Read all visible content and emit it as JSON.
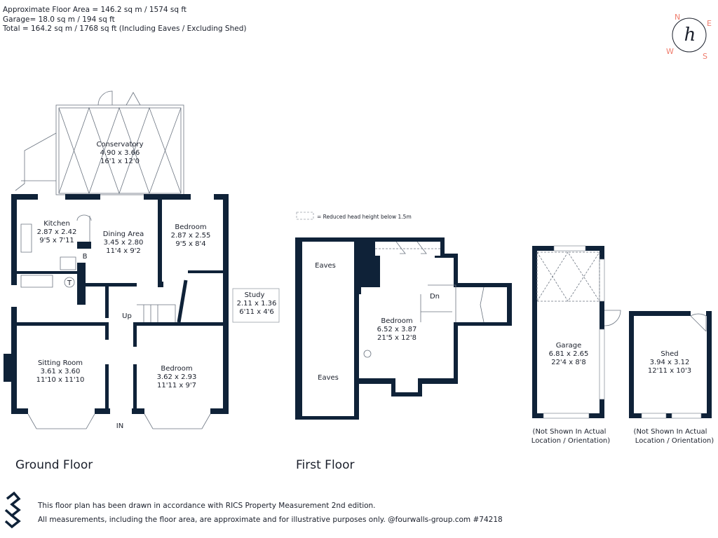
{
  "header": {
    "lines": [
      "Approximate Floor Area = 146.2 sq m / 1574 sq ft",
      "Garage= 18.0 sq m / 194 sq ft",
      "Total = 164.2 sq m / 1768 sq ft (Including Eaves / Excluding Shed)"
    ]
  },
  "compass": {
    "n": "N",
    "e": "E",
    "s": "S",
    "w": "W",
    "logo": "h",
    "color": "#ef7c6c"
  },
  "ground_floor": {
    "title": "Ground Floor",
    "rooms": {
      "conservatory": [
        "Conservatory",
        "4.90 x 3.66",
        "16'1 x 12'0"
      ],
      "kitchen": [
        "Kitchen",
        "2.87 x 2.42",
        "9'5 x 7'11"
      ],
      "dining": [
        "Dining Area",
        "3.45 x 2.80",
        "11'4 x 9'2"
      ],
      "bedroom1": [
        "Bedroom",
        "2.87 x 2.55",
        "9'5 x 8'4"
      ],
      "study": [
        "Study",
        "2.11 x 1.36",
        "6'11 x 4'6"
      ],
      "sitting": [
        "Sitting Room",
        "3.61 x 3.60",
        "11'10 x 11'10"
      ],
      "bedroom2": [
        "Bedroom",
        "3.62 x 2.93",
        "11'11 x 9'7"
      ]
    },
    "marks": {
      "up": "Up",
      "in": "IN",
      "boiler": "B",
      "tank": "T"
    }
  },
  "first_floor": {
    "title": "First Floor",
    "legend": "= Reduced head height below 1.5m",
    "rooms": {
      "bedroom": [
        "Bedroom",
        "6.52 x 3.87",
        "21'5 x 12'8"
      ],
      "eaves1": "Eaves",
      "eaves2": "Eaves"
    },
    "marks": {
      "dn": "Dn"
    }
  },
  "garage": {
    "lines": [
      "Garage",
      "6.81 x 2.65",
      "22'4 x 8'8"
    ],
    "note": [
      "(Not Shown In Actual",
      "Location / Orientation)"
    ]
  },
  "shed": {
    "lines": [
      "Shed",
      "3.94 x 3.12",
      "12'11 x 10'3"
    ],
    "note": [
      "(Not Shown In Actual",
      "Location / Orientation)"
    ]
  },
  "footer": {
    "line1": "This floor plan has been drawn in accordance with RICS Property Measurement 2nd edition.",
    "line2": "All measurements, including the floor area, are approximate and for illustrative purposes only. @fourwalls-group.com #74218"
  },
  "colors": {
    "walls": "#0f2238",
    "accent": "#ef7c6c"
  }
}
